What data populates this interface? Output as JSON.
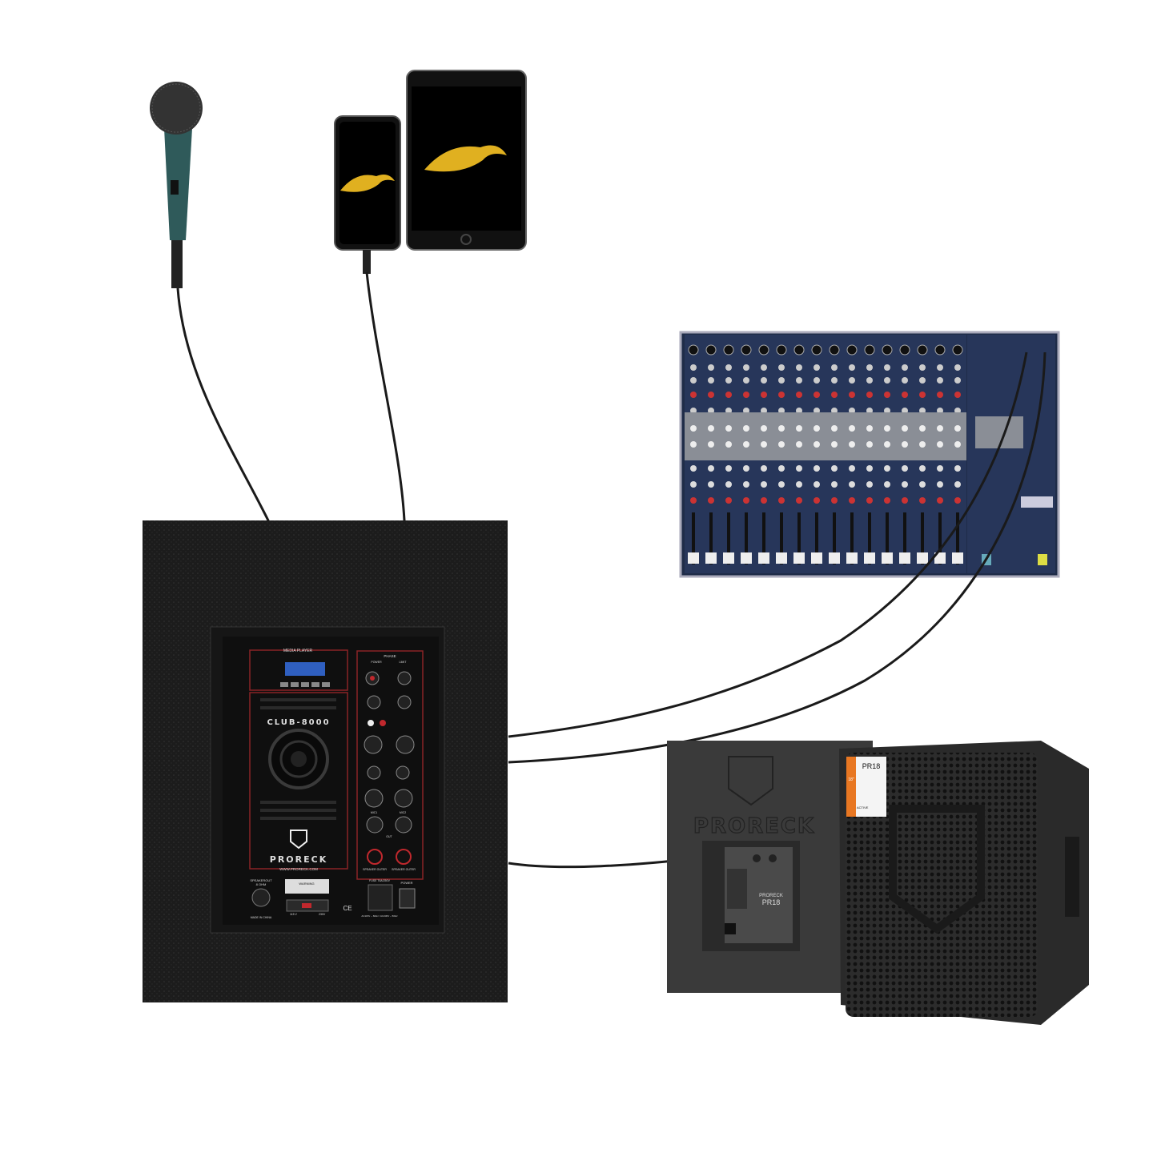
{
  "amplifier": {
    "section_media": "MEDIA PLAYER",
    "model": "CLUB-8000",
    "brand": "PRORECK",
    "website": "WWW.PRORECK.COM",
    "phase_label": "PHASE",
    "power_led": "POWER",
    "limit_led": "LIMIT",
    "mic1": "MIC1",
    "mic2": "MIC2",
    "out": "OUT",
    "speaker_outer_1": "SPEAKER OUTER",
    "speaker_outer_2": "SPEAKER OUTER",
    "speakerout": "SPEAKEROUT",
    "speakerout_ohm": "8 OHM",
    "made_in": "MADE IN CHINA",
    "warning": "WARNING",
    "fuse": "FUSE T6A/250V",
    "power_switch": "POWER",
    "voltage": "AC115V ~ 60Hz / AC230V ~ 50Hz",
    "v115": "115 V",
    "v230": "230V",
    "ce": "CE"
  },
  "subwoofer": {
    "brand": "PRORECK",
    "model": "PR18",
    "panel_brand": "PRORECK",
    "panel_model": "PR18",
    "sticker_model": "PR18",
    "sticker_size": "18\"",
    "sticker_active": "ACTIVE"
  },
  "colors": {
    "accent_red": "#c0282d",
    "mixer_blue": "#2a3a5c",
    "cabinet_black": "#1a1a1a",
    "gold_logo": "#e0b020"
  }
}
